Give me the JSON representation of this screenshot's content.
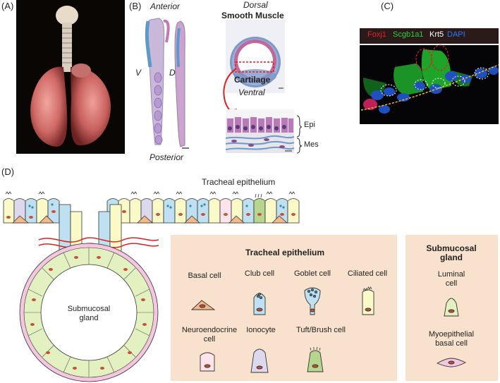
{
  "panels": {
    "a": "(A)",
    "b": "(B)",
    "c": "(C)",
    "d": "(D)"
  },
  "panel_b": {
    "anterior": "Anterior",
    "posterior": "Posterior",
    "v": "V",
    "d": "D",
    "dorsal": "Dorsal",
    "smooth_muscle": "Smooth Muscle",
    "cartilage": "Cartilage",
    "ventral": "Ventral",
    "epi": "Epi",
    "mes": "Mes"
  },
  "panel_c": {
    "foxj1": "Foxj1",
    "scgb1a1": "Scgb1a1",
    "krt5": "Krt5",
    "dapi": "DAPI",
    "colors": {
      "foxj1": "#e8202a",
      "scgb1a1": "#2fcf3a",
      "krt5": "#ffffff",
      "dapi": "#2a78ff"
    }
  },
  "panel_d": {
    "tracheal_epithelium_title": "Tracheal epithelium",
    "submucosal_gland_center": "Submucosal gland",
    "legend_title": "Tracheal epithelium",
    "legend_title2": "Submucosal gland",
    "cells": {
      "basal": "Basal cell",
      "club": "Club cell",
      "goblet": "Goblet cell",
      "ciliated": "Ciliated cell",
      "neuroendocrine": "Neuroendocrine cell",
      "ionocyte": "Ionocyte",
      "tuft": "Tuft/Brush cell",
      "luminal": "Luminal cell",
      "myoepithelial": "Myoepithelial basal cell"
    },
    "colors": {
      "basal": "#f2b98a",
      "club": "#bfe0f0",
      "goblet": "#bfe0f0",
      "ciliated": "#fafac8",
      "neuroendocrine": "#fde4ec",
      "ionocyte": "#dcd9ee",
      "tuft": "#b6d58e",
      "luminal": "#e3f0c0",
      "myoepithelial": "#f4c6e0",
      "legend_bg": "#f8e2cd"
    }
  }
}
